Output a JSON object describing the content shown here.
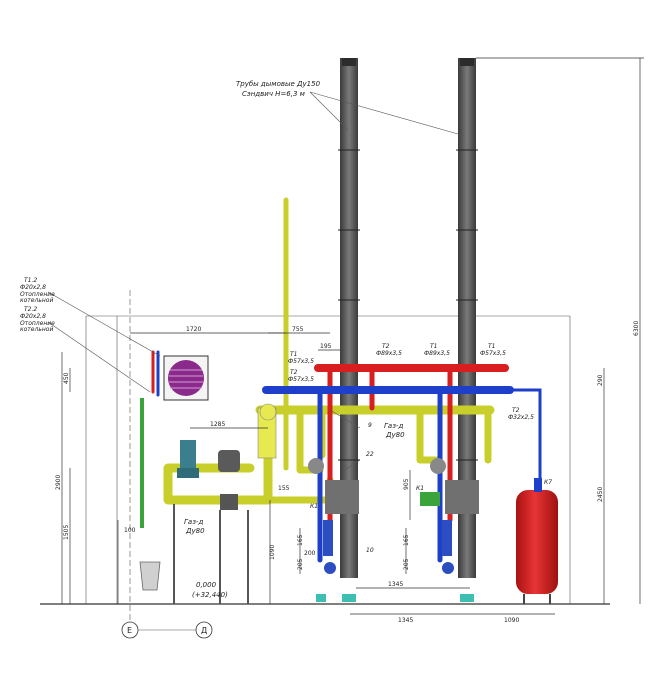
{
  "labels": {
    "chimney_line1": "Трубы дымовые Ду150",
    "chimney_line2": "Сэндвич Н=6,3 м",
    "t12_1": "Т1.2",
    "t12_2": "Ф20х2,8",
    "t12_3": "Отопление",
    "t12_4": "котельной",
    "t22_1": "Т2.2",
    "t22_2": "Ф20х2,8",
    "t22_3": "Отопление",
    "t22_4": "котельной",
    "t1_57": "Т1",
    "t1_57b": "Ф57х3,5",
    "t2_57": "Т2",
    "t2_57b": "Ф57х3,5",
    "t2_89": "Т2",
    "t2_89b": "Ф89х3,5",
    "t1_89": "Т1",
    "t1_89b": "Ф89х3,5",
    "t1_57r": "Т1",
    "t1_57rb": "Ф57х3,5",
    "t2_32": "Т2",
    "t2_32b": "Ф32х2,5",
    "gas_upper": "Газ-д",
    "gas_upper_b": "Ду80",
    "gas_lower": "Газ-д",
    "gas_lower_b": "Ду80",
    "k1_left": "К1",
    "k1_right": "К1",
    "tank": "К7",
    "n9": "9",
    "n22": "22",
    "n10": "10",
    "elev1": "0,000",
    "elev2": "(+32,440)",
    "axis_e": "Е",
    "axis_d": "Д"
  },
  "dims": {
    "d1720": "1720",
    "d755": "755",
    "d195": "195",
    "d450": "450",
    "d1285": "1285",
    "d2900": "2900",
    "d1505": "1505",
    "d100": "100",
    "d155": "155",
    "d1090v": "1090",
    "d905": "905",
    "d165a": "165",
    "d200": "200",
    "d205a": "205",
    "d165b": "165",
    "d205b": "205",
    "d1345a": "1345",
    "d1345b": "1345",
    "d1090h": "1090",
    "d290": "290",
    "d2450": "2450",
    "d6300": "6300"
  },
  "colors": {
    "supply": "#d81e1e",
    "return": "#1d3fc9",
    "gas": "#c9cf2a",
    "chimney": "#555555",
    "tank": "#d62020",
    "green": "#3aa33a",
    "teal": "#3bbfb0",
    "purple": "#8a2a8a"
  }
}
